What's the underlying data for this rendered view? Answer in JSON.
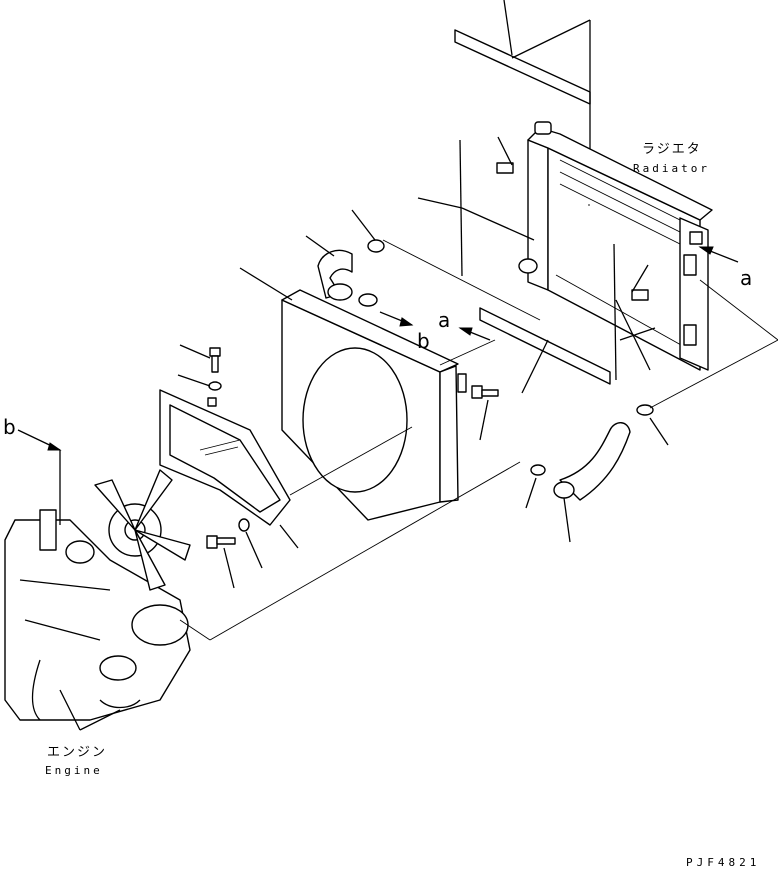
{
  "labels": {
    "radiator_jp": "ラジエタ",
    "radiator_en": "Radiator",
    "engine_jp": "エンジン",
    "engine_en": "Engine",
    "ref_a": "a",
    "ref_b": "b",
    "drawing_code": "PJF4821"
  }
}
